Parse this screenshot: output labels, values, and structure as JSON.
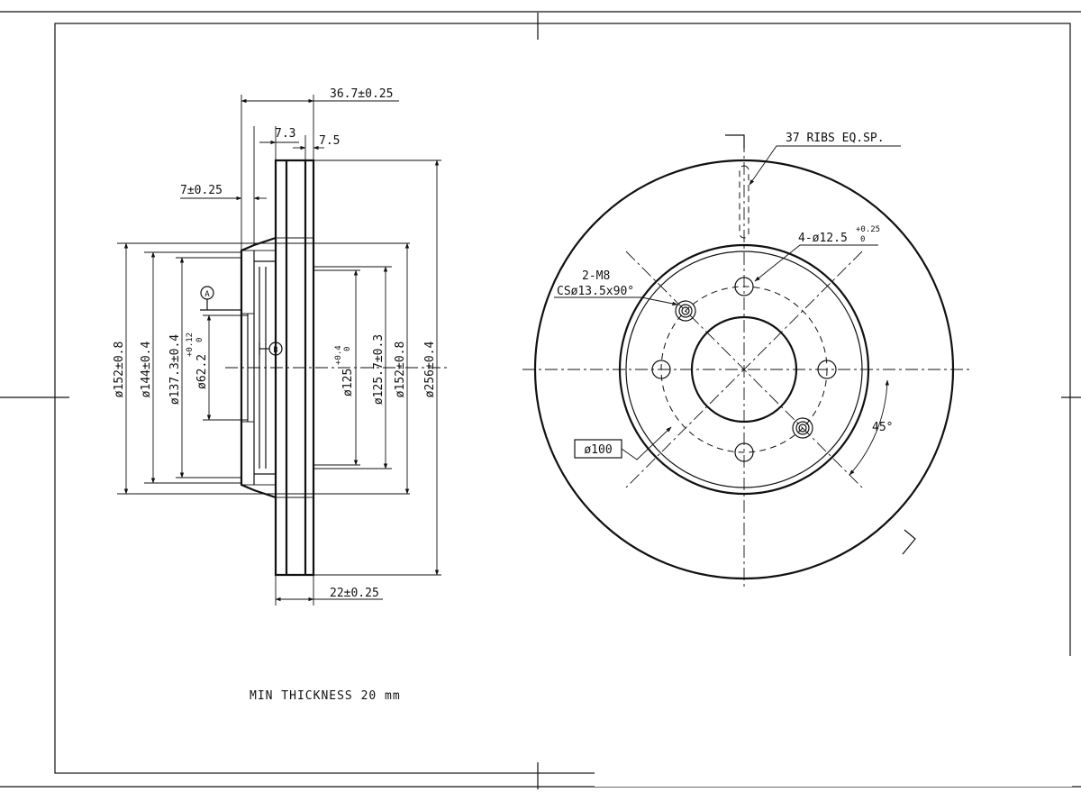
{
  "dimensions": {
    "overall_width": "36.7±0.25",
    "hat_offset": "7.3",
    "friction_thickness": "7.5",
    "hub_thickness": "7±0.25",
    "disc_thickness": "22±0.25",
    "dia_152_outer": "ø152±0.8",
    "dia_144": "ø144±0.4",
    "dia_137": "ø137.3±0.4",
    "dia_62_main": "ø62.2",
    "dia_62_tol": "+0.12",
    "dia_62_tol_low": "0",
    "dia_125_main": "ø125",
    "dia_125_tol": "+0.4",
    "dia_125_tol_low": "0",
    "dia_125_7": "ø125.7±0.3",
    "dia_152_inner": "ø152±0.8",
    "dia_256": "ø256±0.4"
  },
  "datums": {
    "a": "A",
    "b": "B"
  },
  "front_view": {
    "ribs_label": "37 RIBS EQ.SP.",
    "bolt_holes_main": "4-ø12.5",
    "bolt_holes_tol": "+0.25",
    "bolt_holes_tol_low": "0",
    "thread_label": "2-M8",
    "countersink_label": "CSø13.5x90°",
    "pcd_label": "ø100",
    "angle_label": "45°"
  },
  "notes": {
    "min_thickness": "MIN THICKNESS 20 mm"
  }
}
